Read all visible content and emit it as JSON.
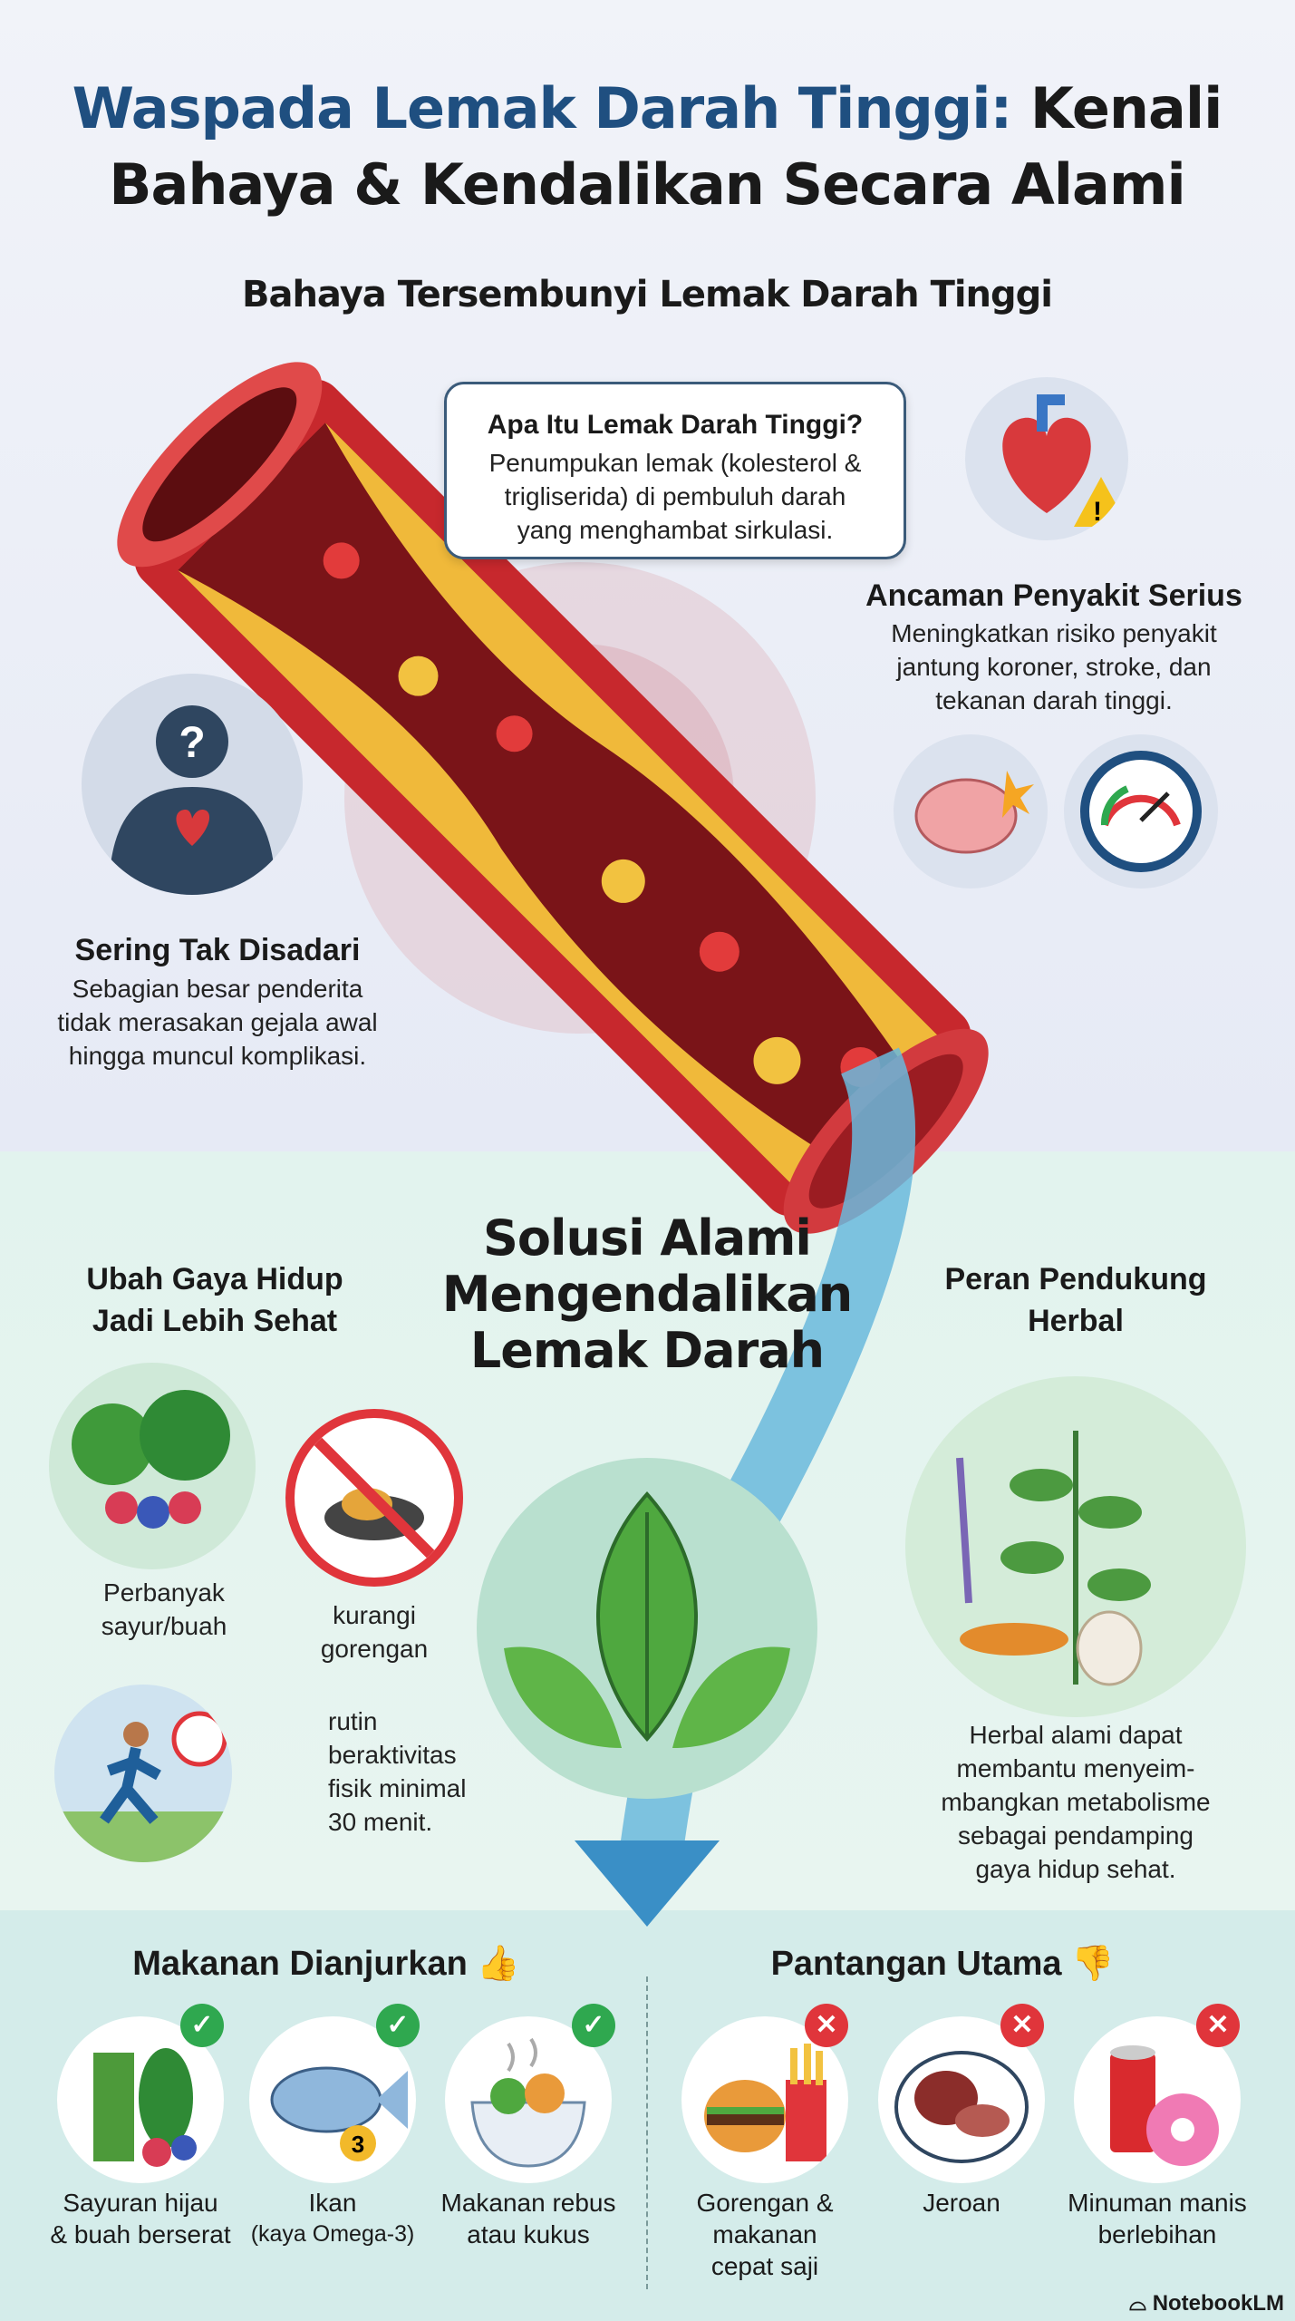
{
  "title": {
    "part1": "Waspada Lemak Darah Tinggi:",
    "part2": "Kenali",
    "line2": "Bahaya & Kendalikan Secara Alami"
  },
  "danger": {
    "heading": "Bahaya Tersembunyi Lemak Darah Tinggi",
    "callout": {
      "title": "Apa Itu Lemak Darah Tinggi?",
      "lines": [
        "Penumpukan lemak (kolesterol &",
        "trigliserida) di pembuluh darah",
        "yang menghambat sirkulasi."
      ]
    },
    "threat": {
      "title": "Ancaman Penyakit Serius",
      "lines": [
        "Meningkatkan risiko penyakit",
        "jantung koroner, stroke, dan",
        "tekanan darah tinggi."
      ]
    },
    "unnoticed": {
      "title": "Sering Tak Disadari",
      "lines": [
        "Sebagian besar penderita",
        "tidak merasakan gejala awal",
        "hingga muncul komplikasi."
      ]
    }
  },
  "solution": {
    "heading": [
      "Solusi Alami",
      "Mengendalikan",
      "Lemak Darah"
    ],
    "lifestyle": {
      "title": [
        "Ubah Gaya Hidup",
        "Jadi Lebih Sehat"
      ],
      "veg": [
        "Perbanyak",
        "sayur/buah"
      ],
      "fried": [
        "kurangi",
        "gorengan"
      ],
      "exercise": [
        "rutin",
        "beraktivitas",
        "fisik minimal",
        "30 menit."
      ]
    },
    "herbal": {
      "title": [
        "Peran Pendukung",
        "Herbal"
      ],
      "lines": [
        "Herbal alami dapat",
        "membantu menyeim-",
        "mbangkan metabolisme",
        "sebagai pendamping",
        "gaya hidup sehat."
      ]
    }
  },
  "recommended": {
    "title": "Makanan Dianjurkan",
    "items": [
      [
        "Sayuran hijau",
        "& buah berserat"
      ],
      [
        "Ikan",
        "(kaya Omega-3)"
      ],
      [
        "Makanan rebus",
        "atau kukus"
      ]
    ]
  },
  "avoid": {
    "title": "Pantangan Utama",
    "items": [
      [
        "Gorengan &",
        "makanan",
        "cepat saji"
      ],
      [
        "Jeroan"
      ],
      [
        "Minuman manis",
        "berlebihan"
      ]
    ]
  },
  "brand": "NotebookLM",
  "colors": {
    "title_blue": "#1f4f80",
    "check": "#2fa84f",
    "cross": "#e0353b"
  }
}
